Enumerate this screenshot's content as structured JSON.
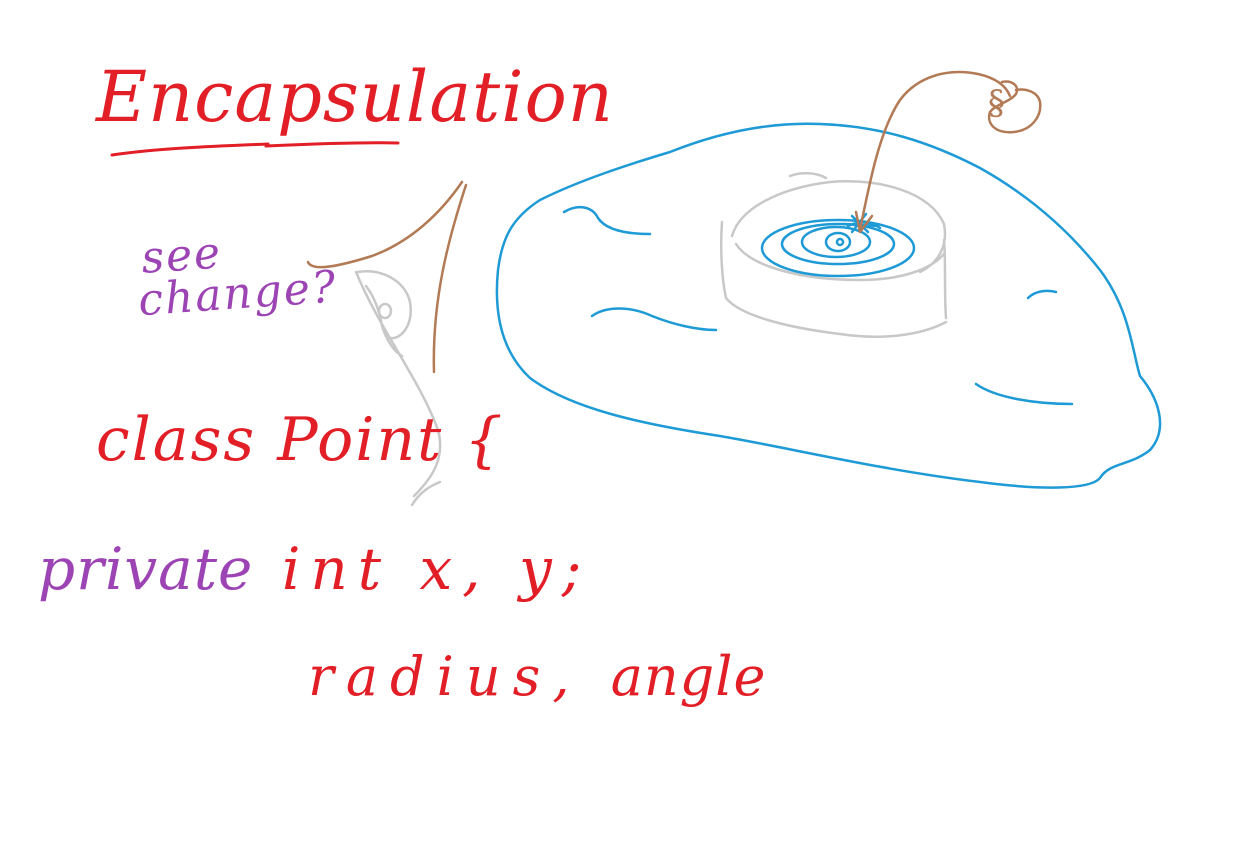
{
  "whiteboard": {
    "title": "Encapsulation",
    "note": {
      "line1": "see",
      "line2": "change?"
    },
    "code": {
      "line1": "class Point {",
      "line2_keyword": "private",
      "line2_rest": "int x, y;",
      "line3_main": "radius,",
      "line3_tail": "angle"
    },
    "annotation_symbol": "§"
  },
  "colors": {
    "background": "#ffffff",
    "red_ink": "#e21f26",
    "purple_ink": "#9d44b5",
    "blue_ink": "#1e9ad6",
    "brown_ink": "#b27a55",
    "gray_ink": "#c8c8c8"
  },
  "icons": {
    "blob": "cloud-shape-icon",
    "eye": "eye-sketch-icon",
    "target": "spiral-target-icon"
  }
}
